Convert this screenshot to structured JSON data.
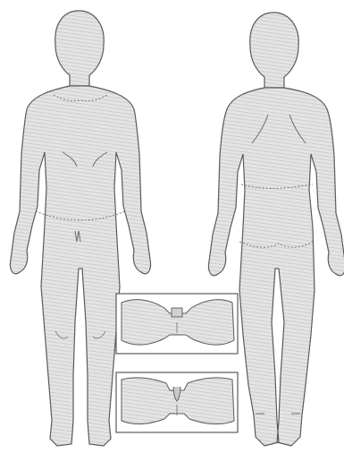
{
  "figure": {
    "views": [
      {
        "id": "front",
        "label": ""
      },
      {
        "id": "back",
        "label": ""
      }
    ],
    "insets": [
      {
        "id": "inset-top",
        "label": ""
      },
      {
        "id": "inset-bottom",
        "label": ""
      }
    ],
    "colors": {
      "fill": "#e4e4e4",
      "stroke": "#5a5a5a",
      "hatch": "#bdbdbd",
      "detail": "#6c6c6c"
    }
  }
}
